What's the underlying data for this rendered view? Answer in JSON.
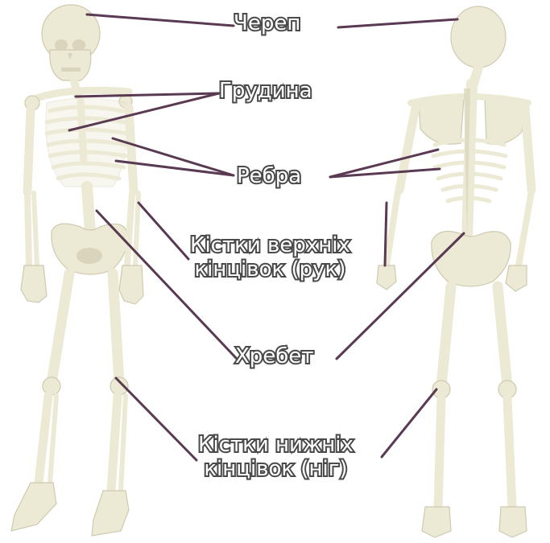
{
  "labels": {
    "skull": "Череп",
    "sternum": "Грудина",
    "ribs": "Ребра",
    "upper_limbs": [
      "Кістки верхніх",
      "кінцівок (рук)"
    ],
    "spine": "Хребет",
    "lower_limbs": [
      "Кістки нижніх",
      "кінцівок (ніг)"
    ]
  },
  "colors": {
    "bone": "#ece9d4",
    "bone_edge": "#cfcab0",
    "bone_shade": "#d9d4bb",
    "leader": "#5a3a52",
    "label_outline": "#4a4a4a",
    "background": "#ffffff"
  }
}
